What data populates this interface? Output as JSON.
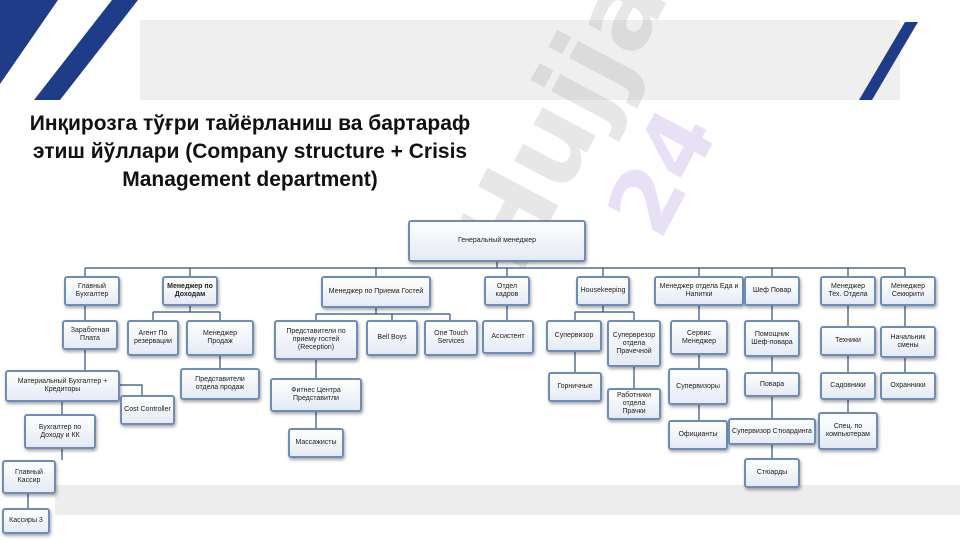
{
  "title": "Инқирозга тўғри тайёрланиш ва бартараф этиш йўллари (Company structure + Crisis Management department)",
  "watermark": {
    "text": "Hujjat",
    "number": "24"
  },
  "colors": {
    "accent": "#1f3c88",
    "node_border": "#6d8db8",
    "connector": "#2d4f7c"
  },
  "org": {
    "root": "Генеральный менеджер",
    "finance": {
      "head": "Главный Бухгалтер",
      "payroll": "Заработная Плата",
      "materials": "Материальный Бухгалтер + Кредиторы",
      "cost": "Cost Controller",
      "income": "Бухгалтер по Доходу и КК",
      "chief_cashier": "Главный Кассир",
      "cashiers": "Кассиры 3"
    },
    "revenue": {
      "head": "Менеджер по Доходам",
      "agent": "Агент По резервации",
      "sales_mgr": "Менеджер Продаж",
      "sales_reps": "Представители отдела продаж"
    },
    "front": {
      "head": "Менеджер по Приема Гостей",
      "reception": "Представители по приему гостей (Reception)",
      "bellboys": "Bell Boys",
      "one_touch": "One Touch Services",
      "fitness": "Фитнес Центра Представитли",
      "massage": "Массажисты"
    },
    "hr": {
      "head": "Отдел кадров",
      "assistant": "Ассистент"
    },
    "housekeeping": {
      "head": "Housekeeping",
      "supervisor": "Супервизор",
      "maids": "Горничные",
      "laundry_sup": "Суперврезор отдела Прачечной",
      "laundry_staff": "Работники отдела Прачки"
    },
    "fnb": {
      "head": "Менеджер отдела Еда и Напитки",
      "service_mgr": "Сервис Менеджер",
      "supervisors": "Супервизоры",
      "waiters": "Официанты"
    },
    "kitchen": {
      "head": "Шеф Повар",
      "sous": "Помощник Шеф-повара",
      "cooks": "Повара",
      "steward_sup": "Супервизор Стюардинга",
      "stewards": "Стюарды"
    },
    "tech": {
      "head": "Менеджер Тех. Отдела",
      "techs": "Техники",
      "gardeners": "Садовники",
      "it": "Спец. по компьютерам"
    },
    "security": {
      "head": "Менеджер Секюрити",
      "shift": "Начальник смены",
      "guards": "Охранники"
    }
  }
}
